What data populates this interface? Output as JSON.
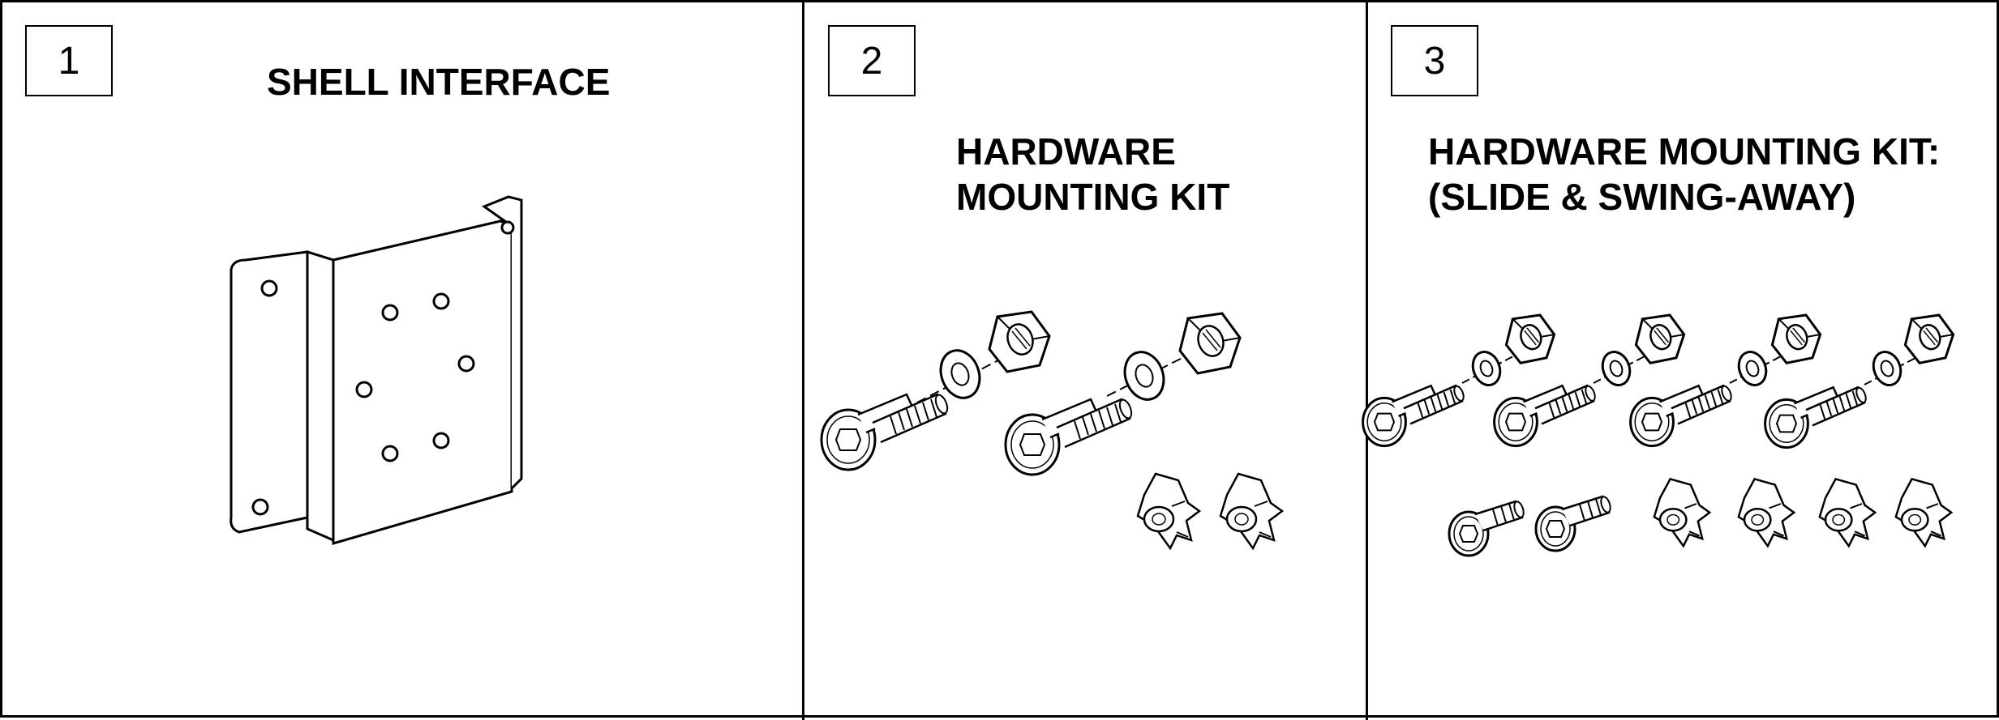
{
  "panels": [
    {
      "number": "1",
      "title_lines": [
        "SHELL INTERFACE"
      ]
    },
    {
      "number": "2",
      "title_lines": [
        "HARDWARE",
        "MOUNTING KIT"
      ]
    },
    {
      "number": "3",
      "title_lines": [
        "HARDWARE MOUNTING KIT:",
        "(SLIDE & SWING-AWAY)"
      ]
    }
  ],
  "colors": {
    "line": "#000000",
    "background": "#ffffff"
  },
  "illustrations": {
    "panel_1": "bracket-icon",
    "panel_2": [
      "bolt-icon",
      "washer-icon",
      "hex-nut-icon",
      "tee-nut-icon"
    ],
    "panel_3": [
      "bolt-icon",
      "washer-icon",
      "hex-nut-icon",
      "short-screw-icon",
      "tee-nut-icon"
    ]
  }
}
